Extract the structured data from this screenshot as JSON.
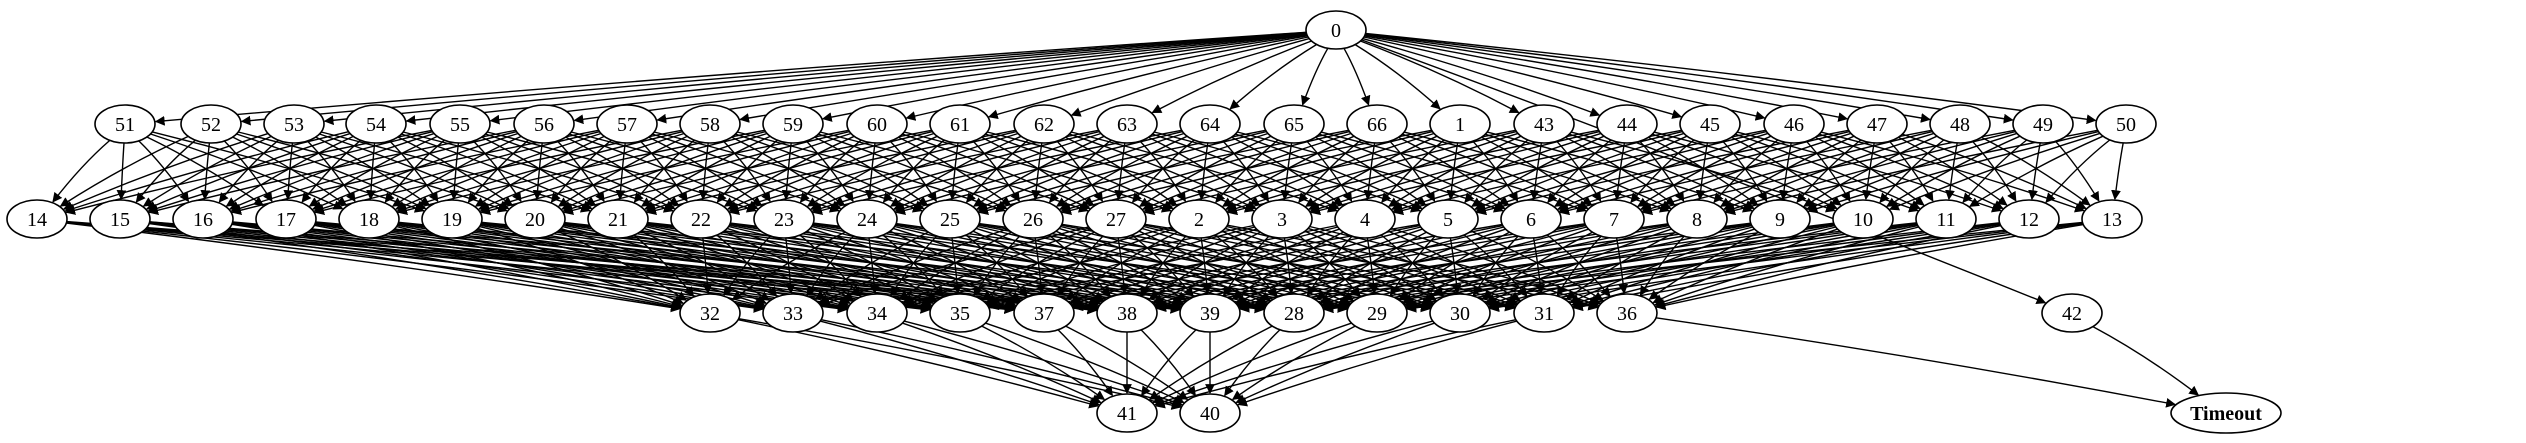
{
  "graph": {
    "nodes": [
      {
        "id": "0",
        "label": "0"
      },
      {
        "id": "51",
        "label": "51"
      },
      {
        "id": "52",
        "label": "52"
      },
      {
        "id": "53",
        "label": "53"
      },
      {
        "id": "54",
        "label": "54"
      },
      {
        "id": "55",
        "label": "55"
      },
      {
        "id": "56",
        "label": "56"
      },
      {
        "id": "57",
        "label": "57"
      },
      {
        "id": "58",
        "label": "58"
      },
      {
        "id": "59",
        "label": "59"
      },
      {
        "id": "60",
        "label": "60"
      },
      {
        "id": "61",
        "label": "61"
      },
      {
        "id": "62",
        "label": "62"
      },
      {
        "id": "63",
        "label": "63"
      },
      {
        "id": "64",
        "label": "64"
      },
      {
        "id": "65",
        "label": "65"
      },
      {
        "id": "66",
        "label": "66"
      },
      {
        "id": "1",
        "label": "1"
      },
      {
        "id": "43",
        "label": "43"
      },
      {
        "id": "44",
        "label": "44"
      },
      {
        "id": "45",
        "label": "45"
      },
      {
        "id": "46",
        "label": "46"
      },
      {
        "id": "47",
        "label": "47"
      },
      {
        "id": "48",
        "label": "48"
      },
      {
        "id": "49",
        "label": "49"
      },
      {
        "id": "50",
        "label": "50"
      },
      {
        "id": "14",
        "label": "14"
      },
      {
        "id": "15",
        "label": "15"
      },
      {
        "id": "16",
        "label": "16"
      },
      {
        "id": "17",
        "label": "17"
      },
      {
        "id": "18",
        "label": "18"
      },
      {
        "id": "19",
        "label": "19"
      },
      {
        "id": "20",
        "label": "20"
      },
      {
        "id": "21",
        "label": "21"
      },
      {
        "id": "22",
        "label": "22"
      },
      {
        "id": "23",
        "label": "23"
      },
      {
        "id": "24",
        "label": "24"
      },
      {
        "id": "25",
        "label": "25"
      },
      {
        "id": "26",
        "label": "26"
      },
      {
        "id": "27",
        "label": "27"
      },
      {
        "id": "2",
        "label": "2"
      },
      {
        "id": "3",
        "label": "3"
      },
      {
        "id": "4",
        "label": "4"
      },
      {
        "id": "5",
        "label": "5"
      },
      {
        "id": "6",
        "label": "6"
      },
      {
        "id": "7",
        "label": "7"
      },
      {
        "id": "8",
        "label": "8"
      },
      {
        "id": "9",
        "label": "9"
      },
      {
        "id": "10",
        "label": "10"
      },
      {
        "id": "11",
        "label": "11"
      },
      {
        "id": "12",
        "label": "12"
      },
      {
        "id": "13",
        "label": "13"
      },
      {
        "id": "32",
        "label": "32"
      },
      {
        "id": "33",
        "label": "33"
      },
      {
        "id": "34",
        "label": "34"
      },
      {
        "id": "35",
        "label": "35"
      },
      {
        "id": "37",
        "label": "37"
      },
      {
        "id": "38",
        "label": "38"
      },
      {
        "id": "39",
        "label": "39"
      },
      {
        "id": "28",
        "label": "28"
      },
      {
        "id": "29",
        "label": "29"
      },
      {
        "id": "30",
        "label": "30"
      },
      {
        "id": "31",
        "label": "31"
      },
      {
        "id": "36",
        "label": "36"
      },
      {
        "id": "42",
        "label": "42"
      },
      {
        "id": "41",
        "label": "41",
        "color": "#0000ff"
      },
      {
        "id": "40",
        "label": "40",
        "color": "#0000ff"
      },
      {
        "id": "Timeout",
        "label": "Timeout",
        "color": "#ff0000",
        "bold": true
      }
    ],
    "edge_groups": [
      {
        "from": [
          "0"
        ],
        "to": [
          "51",
          "52",
          "53",
          "54",
          "55",
          "56",
          "57",
          "58",
          "59",
          "60",
          "61",
          "62",
          "63",
          "64",
          "65",
          "66",
          "1",
          "43",
          "44",
          "45",
          "46",
          "47",
          "48",
          "49",
          "50",
          "42"
        ]
      },
      {
        "from": [
          "51",
          "52",
          "53",
          "54",
          "55",
          "56",
          "57",
          "58",
          "59",
          "60",
          "61",
          "62",
          "63",
          "64",
          "65",
          "66",
          "1",
          "43",
          "44",
          "45",
          "46",
          "47",
          "48",
          "49",
          "50"
        ],
        "to": [
          "14",
          "15",
          "16",
          "17",
          "18",
          "19",
          "20",
          "21",
          "22",
          "23",
          "24",
          "25",
          "26",
          "27",
          "2",
          "3",
          "4",
          "5",
          "6",
          "7",
          "8",
          "9",
          "10",
          "11",
          "12",
          "13"
        ],
        "pattern": "nearby",
        "span": 5
      },
      {
        "from": [
          "14",
          "15",
          "16",
          "17",
          "18",
          "19",
          "20",
          "21",
          "22",
          "23",
          "24",
          "25",
          "26",
          "27",
          "2",
          "3",
          "4",
          "5",
          "6",
          "7",
          "8",
          "9",
          "10",
          "11",
          "12",
          "13"
        ],
        "to": [
          "32",
          "33",
          "34",
          "35",
          "37",
          "38",
          "39",
          "28",
          "29",
          "30",
          "31",
          "36"
        ],
        "pattern": "nearby",
        "span": 5
      },
      {
        "from": [
          "32",
          "33",
          "34",
          "35",
          "37",
          "38",
          "39",
          "28",
          "29",
          "30",
          "31"
        ],
        "to": [
          "41",
          "40"
        ]
      },
      {
        "from": [
          "36",
          "42"
        ],
        "to": [
          "Timeout"
        ]
      }
    ]
  }
}
